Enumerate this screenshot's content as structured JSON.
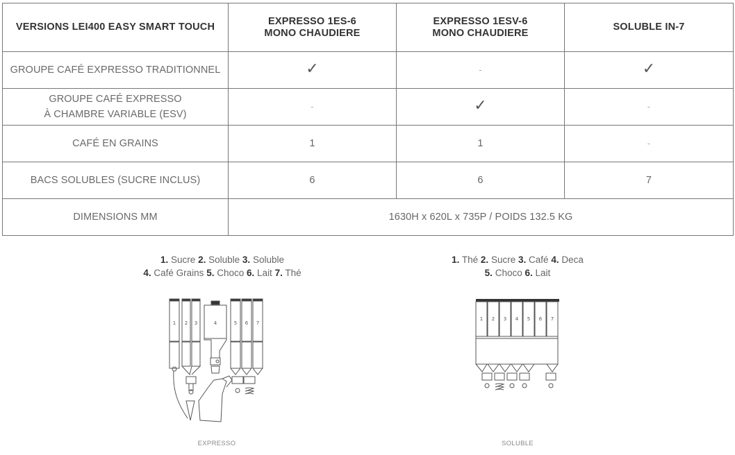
{
  "table": {
    "headers": [
      "VERSIONS LEI400 EASY SMART TOUCH",
      "EXPRESSO 1ES-6\nMONO CHAUDIERE",
      "EXPRESSO 1ESV-6\nMONO CHAUDIERE",
      "SOLUBLE IN-7"
    ],
    "header_lines": {
      "col0": "VERSIONS LEI400 EASY SMART TOUCH",
      "col1_line1": "EXPRESSO 1ES-6",
      "col1_line2": "MONO CHAUDIERE",
      "col2_line1": "EXPRESSO 1ESV-6",
      "col2_line2": "MONO CHAUDIERE",
      "col3": "SOLUBLE IN-7"
    },
    "rows": [
      {
        "label": "GROUPE CAFÉ EXPRESSO TRADITIONNEL",
        "values": [
          "✓",
          "-",
          "✓"
        ]
      },
      {
        "label_line1": "GROUPE CAFÉ EXPRESSO",
        "label_line2": "À CHAMBRE VARIABLE (ESV)",
        "values": [
          "-",
          "✓",
          "-"
        ]
      },
      {
        "label": "CAFÉ EN GRAINS",
        "values": [
          "1",
          "1",
          "-"
        ]
      },
      {
        "label": "BACS SOLUBLES (SUCRE INCLUS)",
        "values": [
          "6",
          "6",
          "7"
        ]
      },
      {
        "label": "DIMENSIONS MM",
        "merged_value": "1630H x 620L x 735P / POIDS 132.5 KG"
      }
    ]
  },
  "legends": {
    "expresso": {
      "items": [
        {
          "num": "1.",
          "name": "Sucre"
        },
        {
          "num": "2.",
          "name": "Soluble"
        },
        {
          "num": "3.",
          "name": "Soluble"
        },
        {
          "num": "4.",
          "name": "Café Grains"
        },
        {
          "num": "5.",
          "name": "Choco"
        },
        {
          "num": "6.",
          "name": "Lait"
        },
        {
          "num": "7.",
          "name": "Thé"
        }
      ],
      "caption": "EXPRESSO"
    },
    "soluble": {
      "items": [
        {
          "num": "1.",
          "name": "Thé"
        },
        {
          "num": "2.",
          "name": "Sucre"
        },
        {
          "num": "3.",
          "name": "Café"
        },
        {
          "num": "4.",
          "name": "Deca"
        },
        {
          "num": "5.",
          "name": "Choco"
        },
        {
          "num": "6.",
          "name": "Lait"
        }
      ],
      "caption": "SOLUBLE"
    }
  },
  "diagrams": {
    "expresso_canister_labels": [
      "1",
      "2",
      "3",
      "4",
      "5",
      "6",
      "7"
    ],
    "soluble_canister_labels": [
      "1",
      "2",
      "3",
      "4",
      "5",
      "6",
      "7"
    ]
  },
  "colors": {
    "border": "#777777",
    "header_text": "#333333",
    "body_text": "#666666"
  }
}
